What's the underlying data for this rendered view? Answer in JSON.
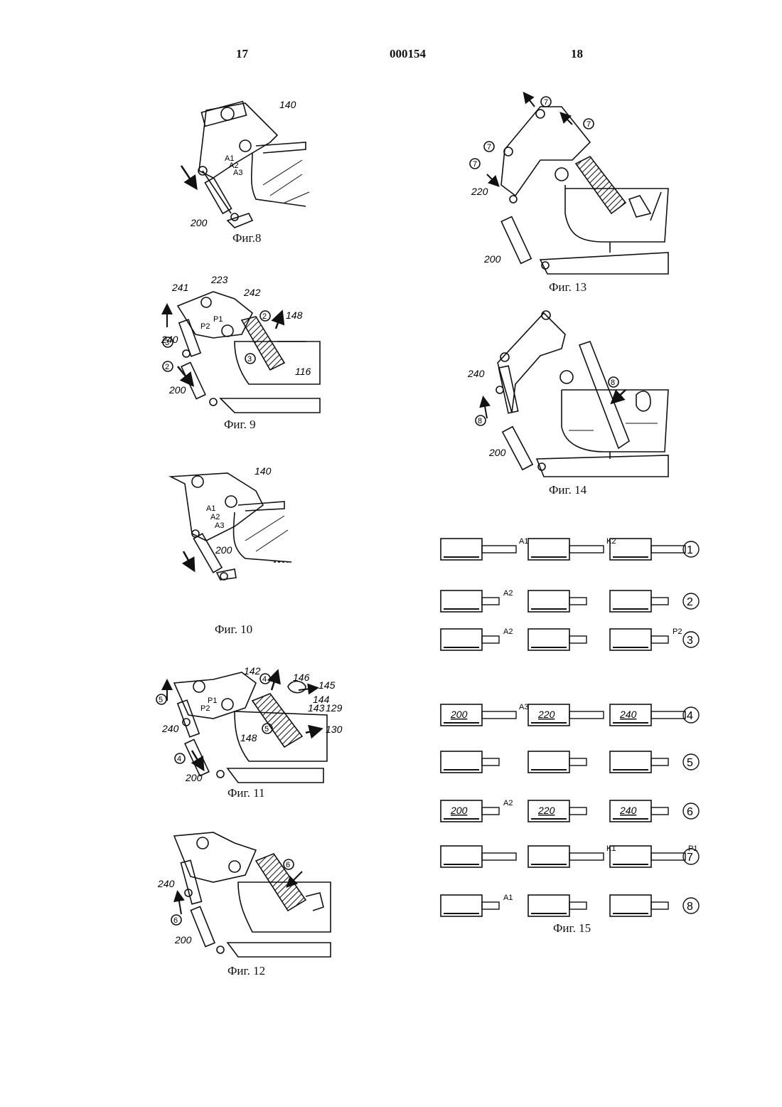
{
  "header": {
    "page_left": "17",
    "doc_number": "000154",
    "page_right": "18"
  },
  "captions": {
    "fig8": "Фиг.8",
    "fig9": "Фиг. 9",
    "fig10": "Фиг. 10",
    "fig11": "Фиг. 11",
    "fig12": "Фиг. 12",
    "fig13": "Фиг. 13",
    "fig14": "Фиг. 14",
    "fig15": "Фиг. 15"
  },
  "labels": {
    "fig8": {
      "n140": "140",
      "n200": "200",
      "a1": "A1",
      "a2": "A2",
      "a3": "A3"
    },
    "fig9": {
      "n241": "241",
      "n223": "223",
      "n242": "242",
      "n148": "148",
      "n240": "240",
      "n200": "200",
      "n116": "116",
      "p1": "P1",
      "p2": "P2",
      "c3a": "3",
      "c2a": "2",
      "c3b": "3",
      "c2b": "2"
    },
    "fig10": {
      "n140": "140",
      "n200": "200",
      "a1": "A1",
      "a2": "A2",
      "a3": "A3"
    },
    "fig11": {
      "n142": "142",
      "n146": "146",
      "n145": "145",
      "n144": "144",
      "n143": "143",
      "n129": "129",
      "n130": "130",
      "n240": "240",
      "n148": "148",
      "n200": "200",
      "p1": "P1",
      "p2": "P2",
      "c5a": "5",
      "c4a": "4",
      "c5b": "5",
      "c4b": "4"
    },
    "fig12": {
      "n240": "240",
      "n200": "200",
      "c6a": "6",
      "c6b": "6"
    },
    "fig13": {
      "n220": "220",
      "n200": "200",
      "c7": "7"
    },
    "fig14": {
      "n240": "240",
      "n200": "200",
      "c8": "8"
    }
  },
  "fig15": {
    "rows": [
      {
        "step": "1",
        "c1": "",
        "c2": "",
        "c3": "",
        "mark1": "A1",
        "mark2": "K2",
        "mark3": ""
      },
      {
        "step": "2",
        "c1": "",
        "c2": "",
        "c3": "",
        "mark1": "A2",
        "mark2": "",
        "mark3": ""
      },
      {
        "step": "3",
        "c1": "",
        "c2": "",
        "c3": "",
        "mark1": "A2",
        "mark2": "",
        "mark3": "P2"
      },
      {
        "step": "4",
        "c1": "200",
        "c2": "220",
        "c3": "240",
        "mark1": "A3",
        "mark2": "",
        "mark3": ""
      },
      {
        "step": "5",
        "c1": "",
        "c2": "",
        "c3": "",
        "mark1": "",
        "mark2": "",
        "mark3": ""
      },
      {
        "step": "6",
        "c1": "200",
        "c2": "220",
        "c3": "240",
        "mark1": "A2",
        "mark2": "",
        "mark3": ""
      },
      {
        "step": "7",
        "c1": "",
        "c2": "",
        "c3": "",
        "mark1": "",
        "mark2": "K1",
        "mark3": "P1"
      },
      {
        "step": "8",
        "c1": "",
        "c2": "",
        "c3": "",
        "mark1": "A1",
        "mark2": "",
        "mark3": ""
      }
    ]
  }
}
